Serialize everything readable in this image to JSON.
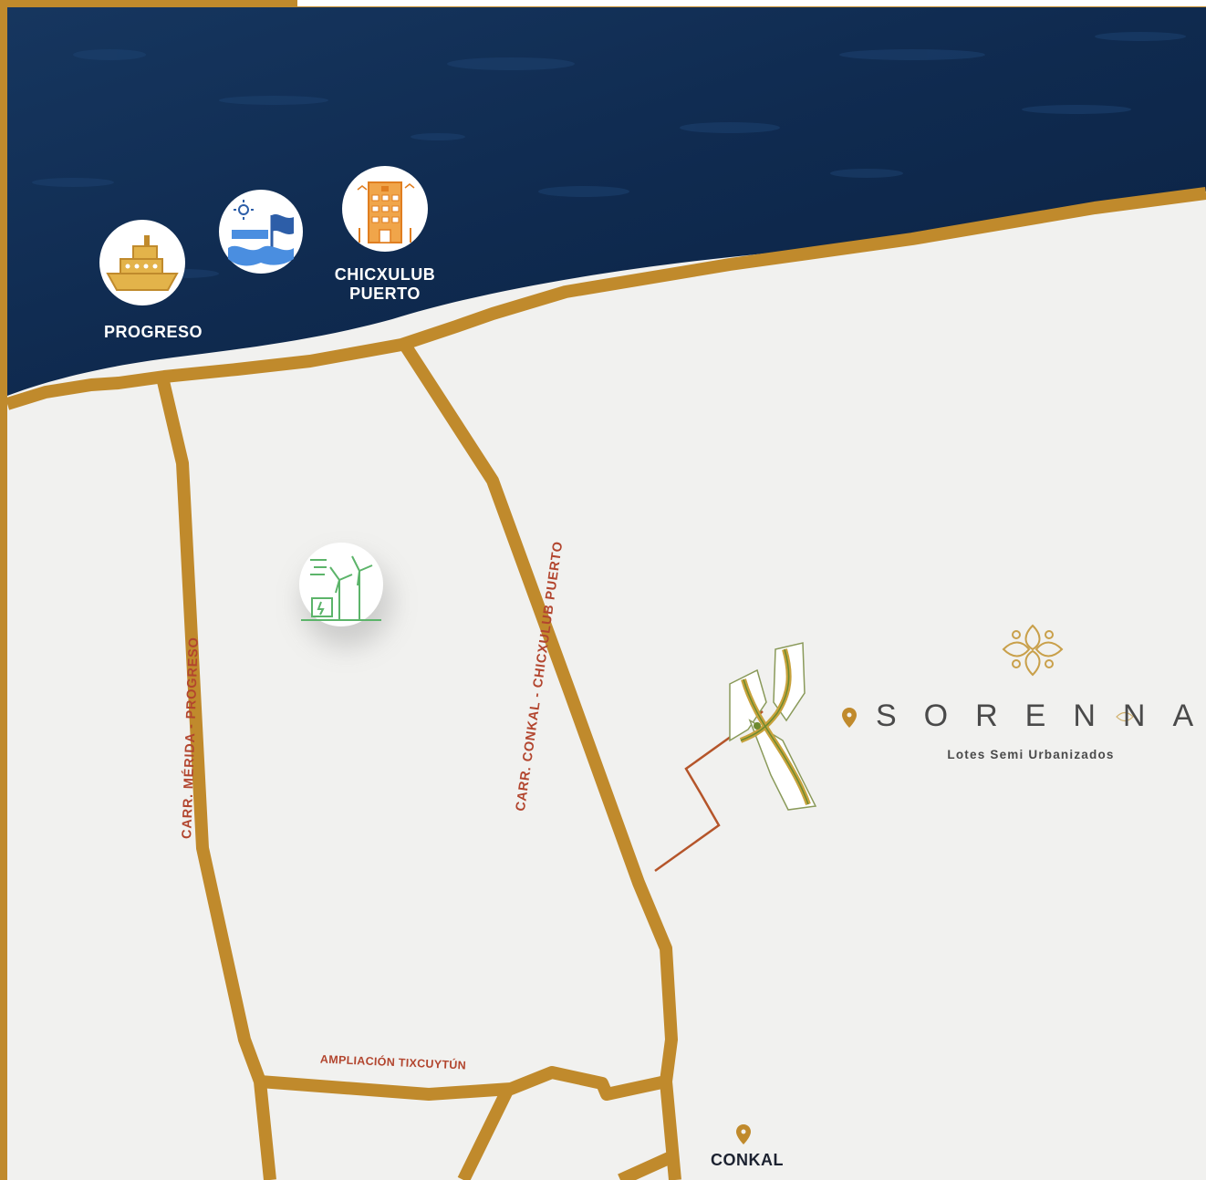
{
  "places": {
    "progreso": "PROGRESO",
    "chicxulub_line1": "CHICXULUB",
    "chicxulub_line2": "PUERTO",
    "conkal": "CONKAL"
  },
  "roads": {
    "merida_progreso": "CARR. MÉRIDA - PROGRESO",
    "conkal_chicxulub": "CARR. CONKAL - CHICXULUB PUERTO",
    "tixcuytun": "AMPLIACIÓN TIXCUYTÚN"
  },
  "brand": {
    "name": "SORENNA",
    "tagline": "Lotes Semi Urbanizados"
  },
  "icons": [
    "ship-icon",
    "beach-flag-icon",
    "hotel-icon",
    "wind-farm-icon",
    "location-pin-icon",
    "sorenna-logo-icon"
  ],
  "colors": {
    "sea": "#0f2a4f",
    "land": "#f1f1ef",
    "road": "#c08a2c",
    "road_label": "#b2452e",
    "pin": "#c08a2c",
    "access_path": "#b5552a"
  }
}
